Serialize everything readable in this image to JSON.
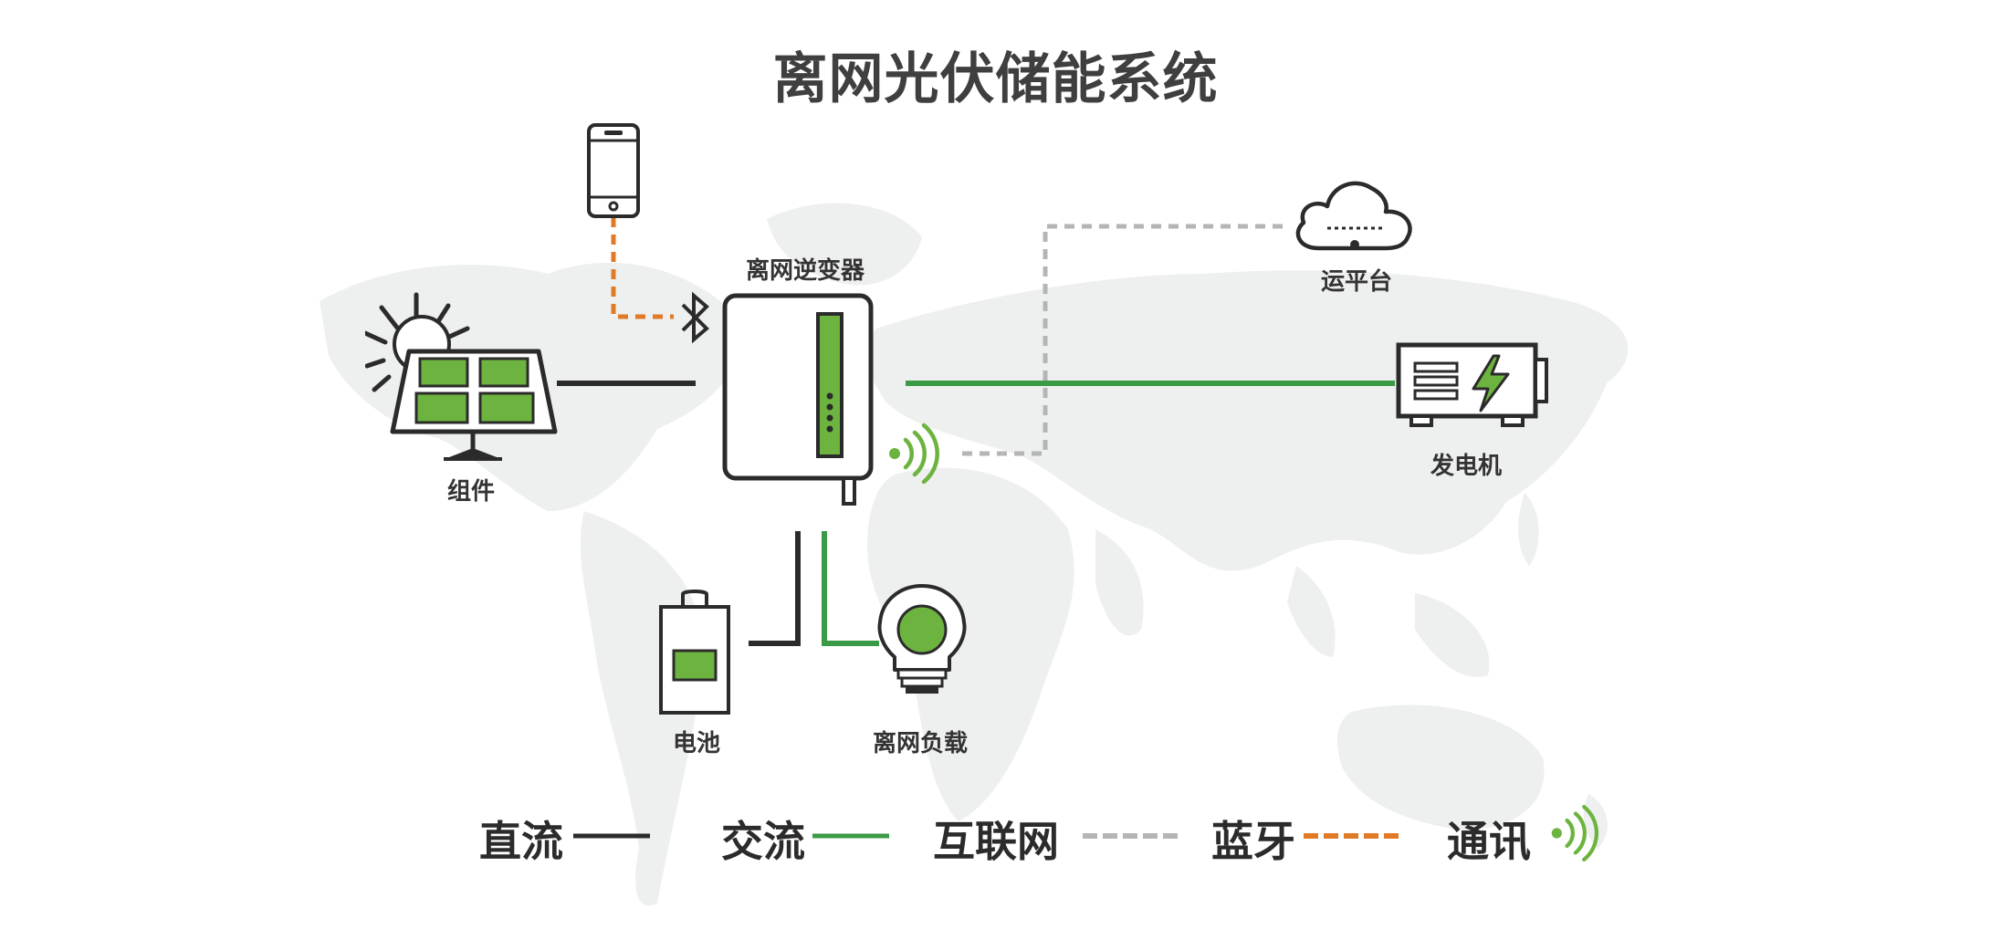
{
  "title": "离网光伏储能系统",
  "nodes": {
    "solar": {
      "label": "组件",
      "icon": "solar-panel-icon"
    },
    "inverter": {
      "label": "离网逆变器",
      "icon": "inverter-icon"
    },
    "cloud": {
      "label": "运平台",
      "icon": "cloud-platform-icon"
    },
    "generator": {
      "label": "发电机",
      "icon": "generator-icon"
    },
    "battery": {
      "label": "电池",
      "icon": "battery-icon"
    },
    "load": {
      "label": "离网负载",
      "icon": "bulb-icon"
    },
    "phone": {
      "icon": "smartphone-icon"
    },
    "bluetooth": {
      "icon": "bluetooth-icon"
    },
    "wireless": {
      "icon": "wireless-signal-icon"
    }
  },
  "legend": [
    {
      "label": "直流",
      "style": "solid",
      "color": "#2b2b2b"
    },
    {
      "label": "交流",
      "style": "solid",
      "color": "#3a9a45"
    },
    {
      "label": "互联网",
      "style": "dashed",
      "color": "#b5b5b5"
    },
    {
      "label": "蓝牙",
      "style": "dashed",
      "color": "#e07a26"
    },
    {
      "label": "通讯",
      "style": "wireless",
      "color": "#6db33f"
    }
  ],
  "colors": {
    "dc": "#2b2b2b",
    "ac": "#3a9a45",
    "internet": "#b5b5b5",
    "bluetooth": "#e07a26",
    "accent_green": "#6db33f",
    "map": "#eef0ef"
  }
}
